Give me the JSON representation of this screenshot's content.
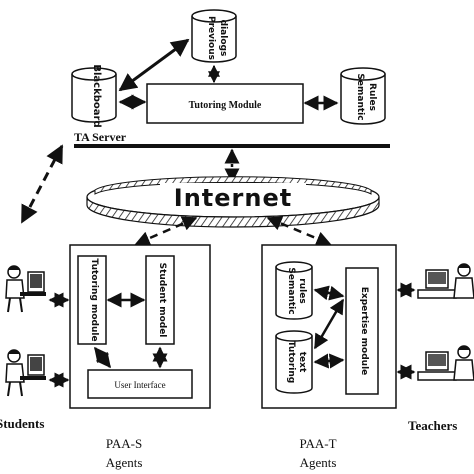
{
  "server": {
    "label": "TA Server",
    "tutoring_module": "Tutoring Module",
    "blackboard": "Blackboard",
    "previous_dialogs": [
      "Previous",
      "dialogs"
    ],
    "semantic_rules": [
      "Semantic",
      "Rules"
    ]
  },
  "network": {
    "label": "Internet"
  },
  "paa_s": {
    "tutoring_module": "Tutoring module",
    "student_model": "Student model",
    "user_interface": "User Interface",
    "label_line1": "PAA-S",
    "label_line2": "Agents"
  },
  "paa_t": {
    "semantic_rules": [
      "Semantic",
      "rules"
    ],
    "tutoring_text": [
      "Tutoring",
      "text"
    ],
    "expertise_module": "Expertise module",
    "label_line1": "PAA-T",
    "label_line2": "Agents"
  },
  "people": {
    "students": "Students",
    "teachers": "Teachers"
  }
}
